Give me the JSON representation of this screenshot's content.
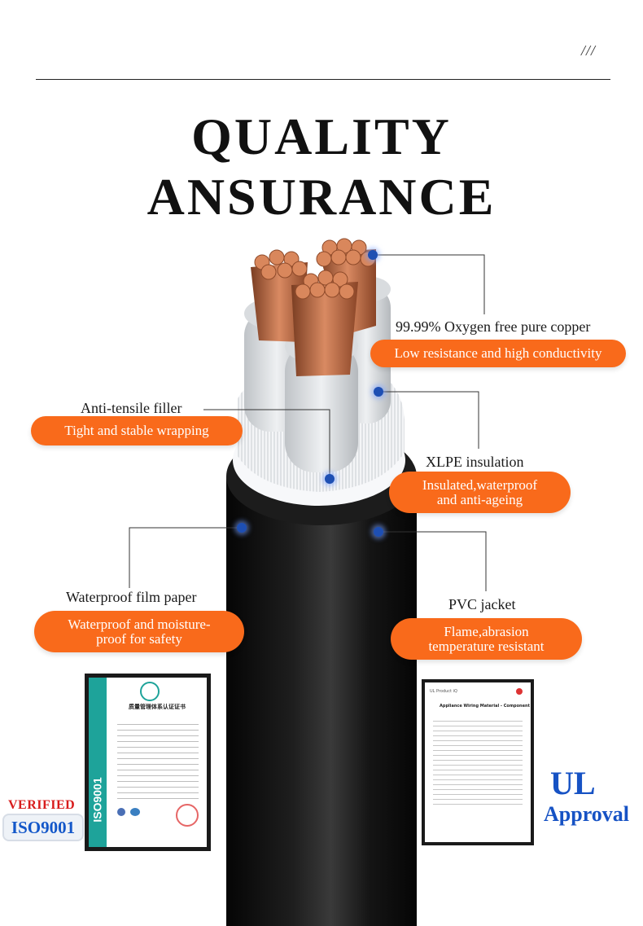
{
  "header": {
    "decoration": "///"
  },
  "title": {
    "line1": "QUALITY",
    "line2": "ANSURANCE"
  },
  "callouts": {
    "copper": {
      "label": "99.99% Oxygen free pure copper",
      "desc": "Low resistance and high conductivity"
    },
    "filler": {
      "label": "Anti-tensile filler",
      "desc": "Tight and stable wrapping"
    },
    "xlpe": {
      "label": "XLPE insulation",
      "desc_line1": "Insulated,waterproof",
      "desc_line2": "and anti-ageing"
    },
    "film": {
      "label": "Waterproof film paper",
      "desc_line1": "Waterproof and moisture-",
      "desc_line2": "proof for safety"
    },
    "pvc": {
      "label": "PVC jacket",
      "desc_line1": "Flame,abrasion",
      "desc_line2": "temperature resistant"
    }
  },
  "certificates": {
    "iso_cert": {
      "side_text": "ISO9001",
      "title": "质量管理体系认证证书"
    },
    "verified": "VERIFIED",
    "iso_badge": "ISO9001",
    "ul_doc": {
      "header": "UL Product iQ",
      "title": "Appliance Wiring Material - Component"
    },
    "ul": "UL",
    "approval": "Approval"
  },
  "colors": {
    "accent_orange": "#f96a1b",
    "dot_blue": "#1e4fb3",
    "badge_blue": "#1357c9",
    "verified_red": "#d81c1c",
    "cable_black": "#0d0d0d",
    "copper": "#c7744c"
  }
}
